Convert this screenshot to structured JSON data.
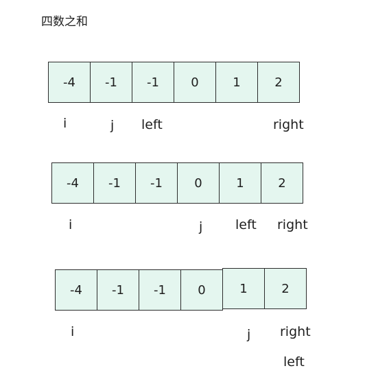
{
  "title": "四数之和",
  "steps": [
    {
      "cells": [
        "-4",
        "-1",
        "-1",
        "0",
        "1",
        "2"
      ],
      "pointers": {
        "i": "i",
        "j": "j",
        "left": "left",
        "right": "right"
      }
    },
    {
      "cells": [
        "-4",
        "-1",
        "-1",
        "0",
        "1",
        "2"
      ],
      "pointers": {
        "i": "i",
        "j": "j",
        "left": "left",
        "right": "right"
      }
    },
    {
      "cells": [
        "-4",
        "-1",
        "-1",
        "0",
        "1",
        "2"
      ],
      "pointers": {
        "i": "i",
        "j": "j",
        "left": "left",
        "right": "right"
      }
    }
  ]
}
